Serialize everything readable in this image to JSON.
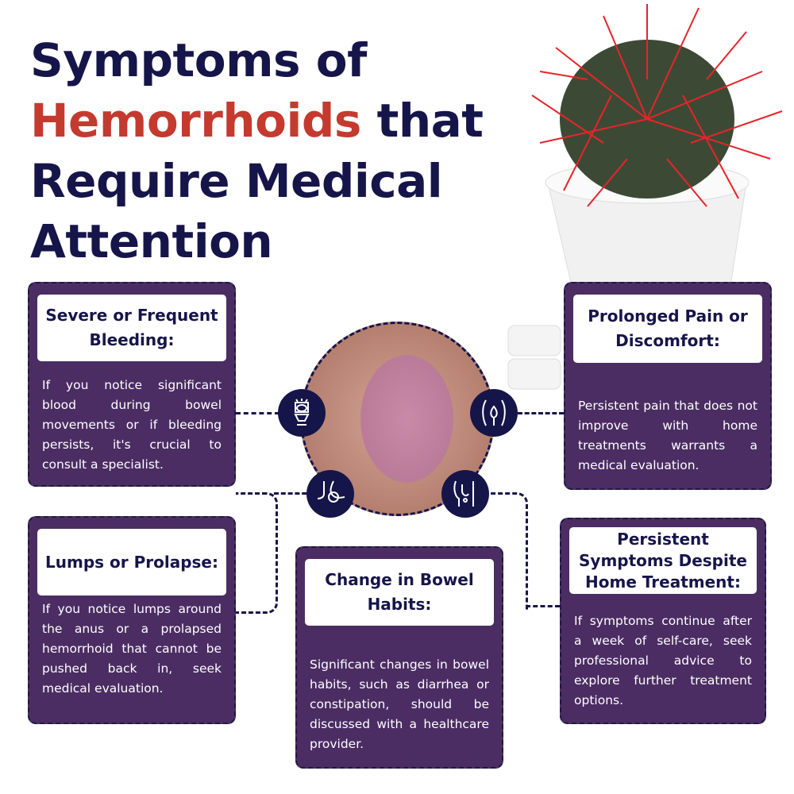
{
  "title": {
    "line1": "Symptoms of",
    "highlight": "Hemorrhoids",
    "line2_rest": " that",
    "line3": "Require Medical",
    "line4": "Attention"
  },
  "cards": [
    {
      "title": "Severe or Frequent Bleeding:",
      "text": "If you notice significant blood during bowel movements or if bleeding persists, it's crucial to consult a specialist."
    },
    {
      "title": "Prolonged Pain or Discomfort:",
      "text": "Persistent pain that does not improve with home treatments warrants a medical evaluation."
    },
    {
      "title": "Lumps or Prolapse:",
      "text": "If you notice lumps around the anus or a prolapsed hemorrhoid that cannot be pushed back in, seek medical evaluation."
    },
    {
      "title": "Change in Bowel Habits:",
      "text": "Significant changes in bowel habits, such as diarrhea or constipation, should be discussed with a healthcare provider."
    },
    {
      "title": "Persistent Symptoms Despite Home Treatment:",
      "text": "If symptoms continue after a week of self-care, seek professional advice to explore further treatment options."
    }
  ],
  "colors": {
    "card": "#4b2d63",
    "navy": "#16154a",
    "accent": "#c43a2f"
  }
}
